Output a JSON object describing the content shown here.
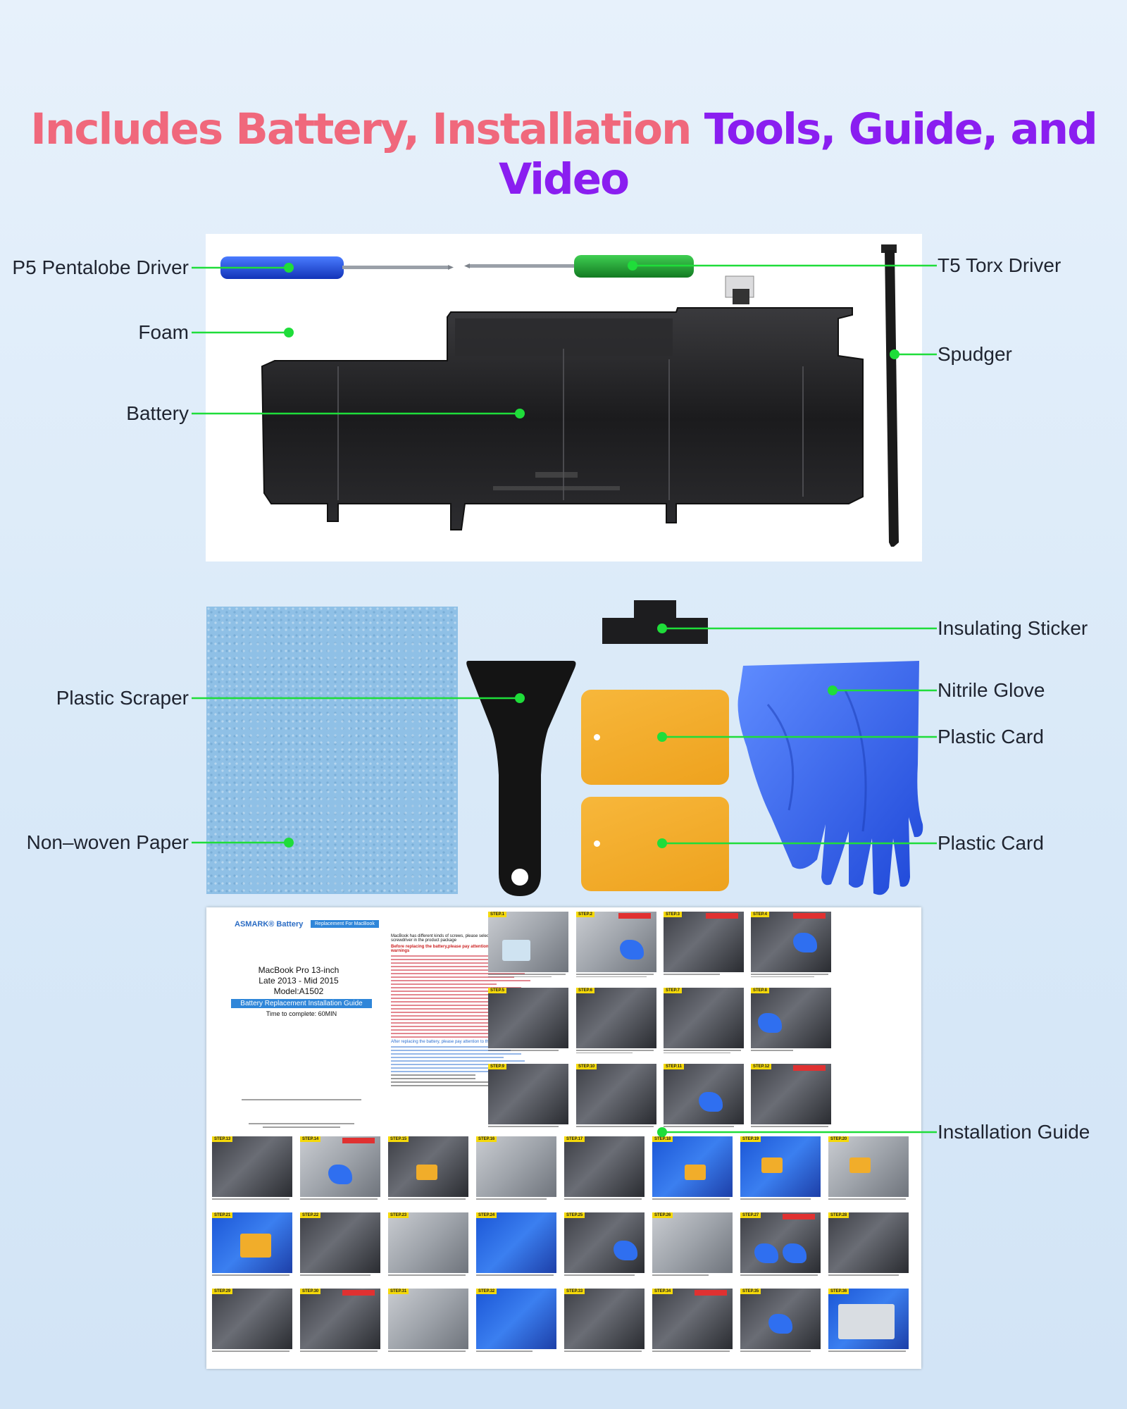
{
  "headline": {
    "part1": "Includes Battery, Installation",
    "part2": " Tools, Guide, and Video",
    "color1": "#f0687c",
    "color2": "#8a1ef0"
  },
  "callouts": {
    "p5_driver": "P5 Pentalobe Driver",
    "t5_driver": "T5 Torx Driver",
    "foam": "Foam",
    "spudger": "Spudger",
    "battery": "Battery",
    "insulating_sticker": "Insulating Sticker",
    "plastic_scraper": "Plastic Scraper",
    "nitrile_glove": "Nitrile Glove",
    "plastic_card_1": "Plastic Card",
    "plastic_card_2": "Plastic Card",
    "non_woven_paper": "Non–woven Paper",
    "installation_guide": "Installation Guide"
  },
  "accent_color": "#1fdd3a",
  "guide": {
    "brand": "ASMARK® Battery",
    "brand_tag": "Replacement For MacBook",
    "title_line1": "MacBook Pro 13-inch",
    "title_line2": "Late 2013 - Mid 2015",
    "title_line3": "Model:A1502",
    "band": "Battery Replacement Installation Guide",
    "time": "Time to complete: 60MIN",
    "intro": "MacBook has different kinds of screws, please select the corresponding screwdriver in the product package",
    "warning_heading": "Before replacing the battery,please pay attention to the following warnings",
    "after_heading": "After replacing the battery, please pay attention to the following matters"
  },
  "steps": {
    "s1": "STEP.1",
    "s2": "STEP.2",
    "s3": "STEP.3",
    "s4": "STEP.4",
    "s5": "STEP.5",
    "s6": "STEP.6",
    "s7": "STEP.7",
    "s8": "STEP.8",
    "s9": "STEP.9",
    "s10": "STEP.10",
    "s11": "STEP.11",
    "s12": "STEP.12",
    "s13": "STEP.13",
    "s14": "STEP.14",
    "s15": "STEP.15",
    "s16": "STEP.16",
    "s17": "STEP.17",
    "s18": "STEP.18",
    "s19": "STEP.19",
    "s20": "STEP.20",
    "s21": "STEP.21",
    "s22": "STEP.22",
    "s23": "STEP.23",
    "s24": "STEP.24",
    "s25": "STEP.25",
    "s26": "STEP.26",
    "s27": "STEP.27",
    "s28": "STEP.28",
    "s29": "STEP.29",
    "s30": "STEP.30",
    "s31": "STEP.31",
    "s32": "STEP.32",
    "s33": "STEP.33",
    "s34": "STEP.34",
    "s35": "STEP.35",
    "s36": "STEP.36"
  }
}
